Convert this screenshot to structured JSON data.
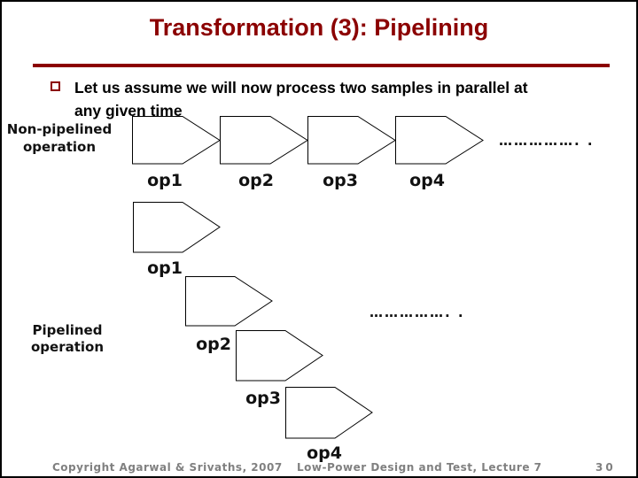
{
  "title": "Transformation (3): Pipelining",
  "bullet": {
    "lines": [
      "Let us assume we will now process two samples in parallel at",
      "any given time"
    ]
  },
  "diagram": {
    "non_pipelined": {
      "label_lines": [
        "Non-pipelined",
        "operation"
      ],
      "ops": [
        "op1",
        "op2",
        "op3",
        "op4"
      ],
      "dots": "……………. ."
    },
    "pipelined": {
      "label_lines": [
        "Pipelined",
        "operation"
      ],
      "ops": [
        "op1",
        "op2",
        "op3",
        "op4"
      ],
      "dots": "……………. ."
    }
  },
  "footer": {
    "copyright": "Copyright Agarwal & Srivaths, 2007",
    "course": "Low-Power Design and Test, Lecture 7",
    "page": "30"
  },
  "colors": {
    "accent": "#8B0000",
    "label_text": "#111111",
    "footer_text": "#808080",
    "shape_outline": "#000000",
    "shape_fill": "#FFFFFF"
  }
}
